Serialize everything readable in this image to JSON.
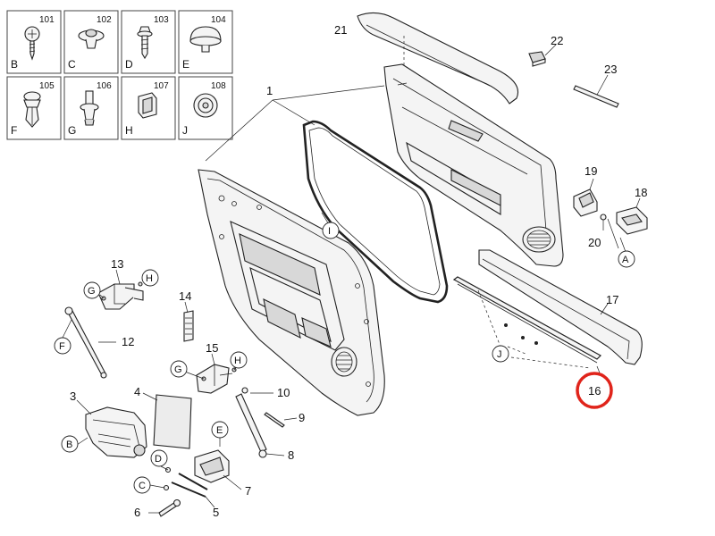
{
  "fastener_legend": [
    {
      "num": "101",
      "letter": "B"
    },
    {
      "num": "102",
      "letter": "C"
    },
    {
      "num": "103",
      "letter": "D"
    },
    {
      "num": "104",
      "letter": "E"
    },
    {
      "num": "105",
      "letter": "F"
    },
    {
      "num": "106",
      "letter": "G"
    },
    {
      "num": "107",
      "letter": "H"
    },
    {
      "num": "108",
      "letter": "J"
    }
  ],
  "part_labels": {
    "p1": "1",
    "p3": "3",
    "p4": "4",
    "p5": "5",
    "p6": "6",
    "p7": "7",
    "p8": "8",
    "p9": "9",
    "p10": "10",
    "p12": "12",
    "p13": "13",
    "p14": "14",
    "p15": "15",
    "p16": "16",
    "p17": "17",
    "p18": "18",
    "p19": "19",
    "p20": "20",
    "p21": "21",
    "p22": "22",
    "p23": "23"
  },
  "callouts": {
    "c_I": "I",
    "c_A": "A",
    "c_J": "J",
    "c_G1": "G",
    "c_H1": "H",
    "c_F": "F",
    "c_G2": "G",
    "c_H2": "H",
    "c_B": "B",
    "c_D": "D",
    "c_C": "C",
    "c_E": "E"
  },
  "highlight": {
    "part": "16",
    "color": "#e0241b"
  }
}
